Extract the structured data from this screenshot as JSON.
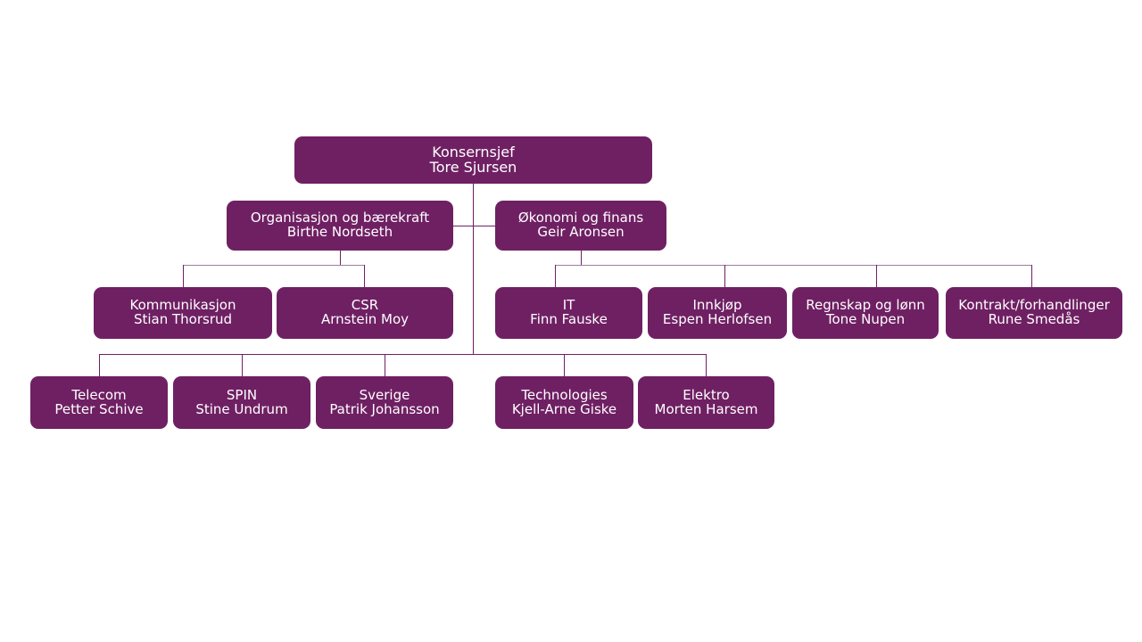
{
  "chart_data": {
    "type": "diagram",
    "diagram_kind": "organization-chart",
    "title": "",
    "colors": {
      "node_fill": "#6F2063",
      "node_text": "#FFFFFF",
      "connector_dark": "#6F2063",
      "connector_light": "#A07C9B",
      "background": "#FFFFFF"
    },
    "nodes": [
      {
        "id": "ceo",
        "unit": "Konsernsjef",
        "person": "Tore Sjursen",
        "level": 1,
        "parent": null
      },
      {
        "id": "org",
        "unit": "Organisasjon og bærekraft",
        "person": "Birthe Nordseth",
        "level": 2,
        "parent": "ceo"
      },
      {
        "id": "okonomi",
        "unit": "Økonomi og finans",
        "person": "Geir Aronsen",
        "level": 2,
        "parent": "ceo"
      },
      {
        "id": "kommunikasjon",
        "unit": "Kommunikasjon",
        "person": "Stian Thorsrud",
        "level": 3,
        "parent": "org"
      },
      {
        "id": "csr",
        "unit": "CSR",
        "person": "Arnstein Moy",
        "level": 3,
        "parent": "org"
      },
      {
        "id": "it",
        "unit": "IT",
        "person": "Finn Fauske",
        "level": 3,
        "parent": "okonomi"
      },
      {
        "id": "innkjop",
        "unit": "Innkjøp",
        "person": "Espen Herlofsen",
        "level": 3,
        "parent": "okonomi"
      },
      {
        "id": "regnskap",
        "unit": "Regnskap og lønn",
        "person": "Tone Nupen",
        "level": 3,
        "parent": "okonomi"
      },
      {
        "id": "kontrakt",
        "unit": "Kontrakt/forhandlinger",
        "person": "Rune Smedås",
        "level": 3,
        "parent": "okonomi"
      },
      {
        "id": "telecom",
        "unit": "Telecom",
        "person": "Petter Schive",
        "level": 4,
        "parent": "ceo"
      },
      {
        "id": "spin",
        "unit": "SPIN",
        "person": "Stine Undrum",
        "level": 4,
        "parent": "ceo"
      },
      {
        "id": "sverige",
        "unit": "Sverige",
        "person": "Patrik Johansson",
        "level": 4,
        "parent": "ceo"
      },
      {
        "id": "technologies",
        "unit": "Technologies",
        "person": "Kjell-Arne Giske",
        "level": 4,
        "parent": "ceo"
      },
      {
        "id": "elektro",
        "unit": "Elektro",
        "person": "Morten Harsem",
        "level": 4,
        "parent": "ceo"
      }
    ]
  },
  "nodes": {
    "ceo": {
      "unit": "Konsernsjef",
      "person": "Tore Sjursen"
    },
    "org": {
      "unit": "Organisasjon og bærekraft",
      "person": "Birthe Nordseth"
    },
    "okonomi": {
      "unit": "Økonomi og finans",
      "person": "Geir Aronsen"
    },
    "kommunikasjon": {
      "unit": "Kommunikasjon",
      "person": "Stian Thorsrud"
    },
    "csr": {
      "unit": "CSR",
      "person": "Arnstein Moy"
    },
    "it": {
      "unit": "IT",
      "person": "Finn Fauske"
    },
    "innkjop": {
      "unit": "Innkjøp",
      "person": "Espen Herlofsen"
    },
    "regnskap": {
      "unit": "Regnskap og lønn",
      "person": "Tone Nupen"
    },
    "kontrakt": {
      "unit": "Kontrakt/forhandlinger",
      "person": "Rune Smedås"
    },
    "telecom": {
      "unit": "Telecom",
      "person": "Petter Schive"
    },
    "spin": {
      "unit": "SPIN",
      "person": "Stine Undrum"
    },
    "sverige": {
      "unit": "Sverige",
      "person": "Patrik Johansson"
    },
    "technologies": {
      "unit": "Technologies",
      "person": "Kjell-Arne Giske"
    },
    "elektro": {
      "unit": "Elektro",
      "person": "Morten Harsem"
    }
  }
}
